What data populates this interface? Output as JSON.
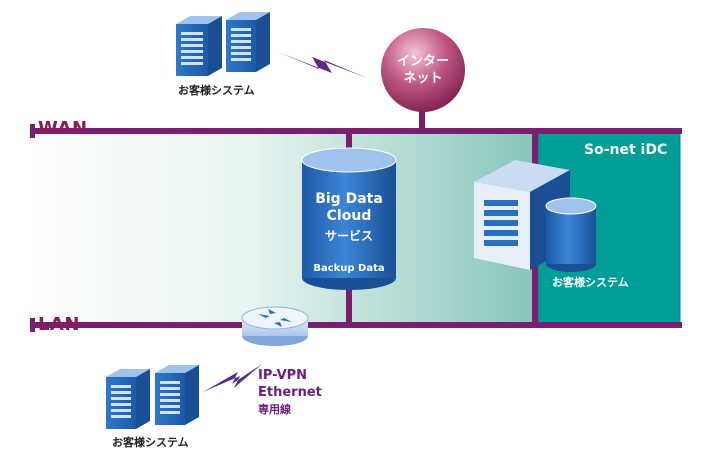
{
  "networks": {
    "wan_label": "WAN",
    "lan_label": "LAN"
  },
  "internet": {
    "label_line1": "インター",
    "label_line2": "ネット"
  },
  "datacenter": {
    "label": "So-net iDC"
  },
  "cloud_service": {
    "line1": "Big Data",
    "line2": "Cloud",
    "line3": "サービス",
    "line4": "Backup Data"
  },
  "customer_systems": {
    "top": "お客様システム",
    "bottom": "お客様システム",
    "datacenter": "お客様システム"
  },
  "vpn": {
    "line1": "IP-VPN",
    "line2": "Ethernet",
    "line3": "専用線"
  },
  "colors": {
    "line": "#7a1f6f",
    "wan_text": "#8b1a5a",
    "teal": "#009e96",
    "server_blue": "#2a6fc0",
    "lightning": "#5a2a86"
  }
}
